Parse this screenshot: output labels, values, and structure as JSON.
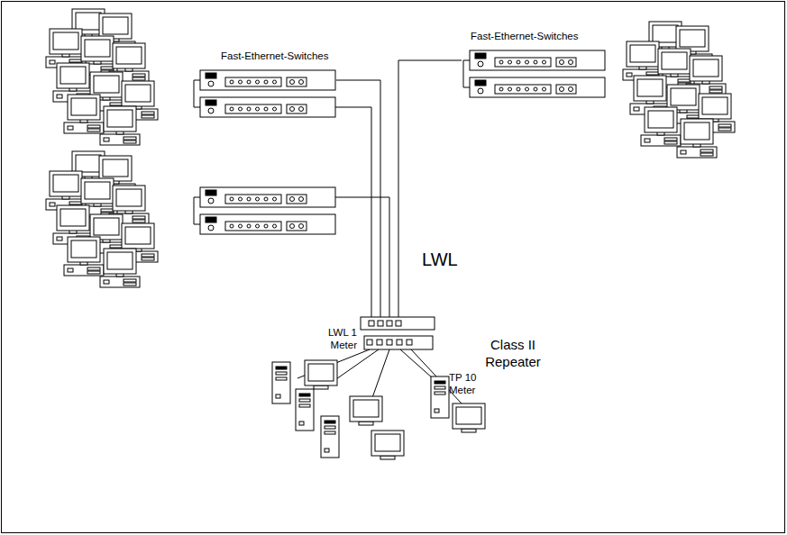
{
  "diagram": {
    "nodes": [
      {
        "text": [
          "Fast-Ethernet-Switches"
        ]
      },
      {
        "text": [
          "Fast-Ethernet-Switches"
        ]
      },
      {
        "text": [
          "Class II Repeater"
        ]
      }
    ],
    "edges": [
      {
        "from": 0,
        "to": 2,
        "arrow": "none"
      },
      {
        "from": 1,
        "to": 2,
        "arrow": "none"
      }
    ],
    "labels": [
      "LWL",
      "LWL 1 Meter",
      "TP 10 Meter"
    ]
  }
}
